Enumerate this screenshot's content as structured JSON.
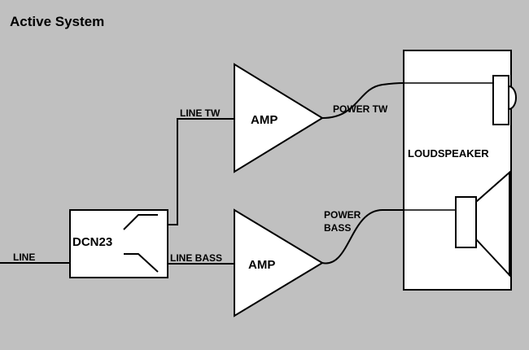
{
  "title": "Active System",
  "labels": {
    "line": "LINE",
    "dcn": "DCN23",
    "line_tw": "LINE TW",
    "line_bass": "LINE BASS",
    "amp_top": "AMP",
    "amp_bottom": "AMP",
    "power_tw": "POWER TW",
    "power_bass": "POWER\nBASS",
    "loudspeaker": "LOUDSPEAKER"
  },
  "colors": {
    "background": "#c0c0c0",
    "fill": "#ffffff",
    "stroke": "#000000"
  }
}
